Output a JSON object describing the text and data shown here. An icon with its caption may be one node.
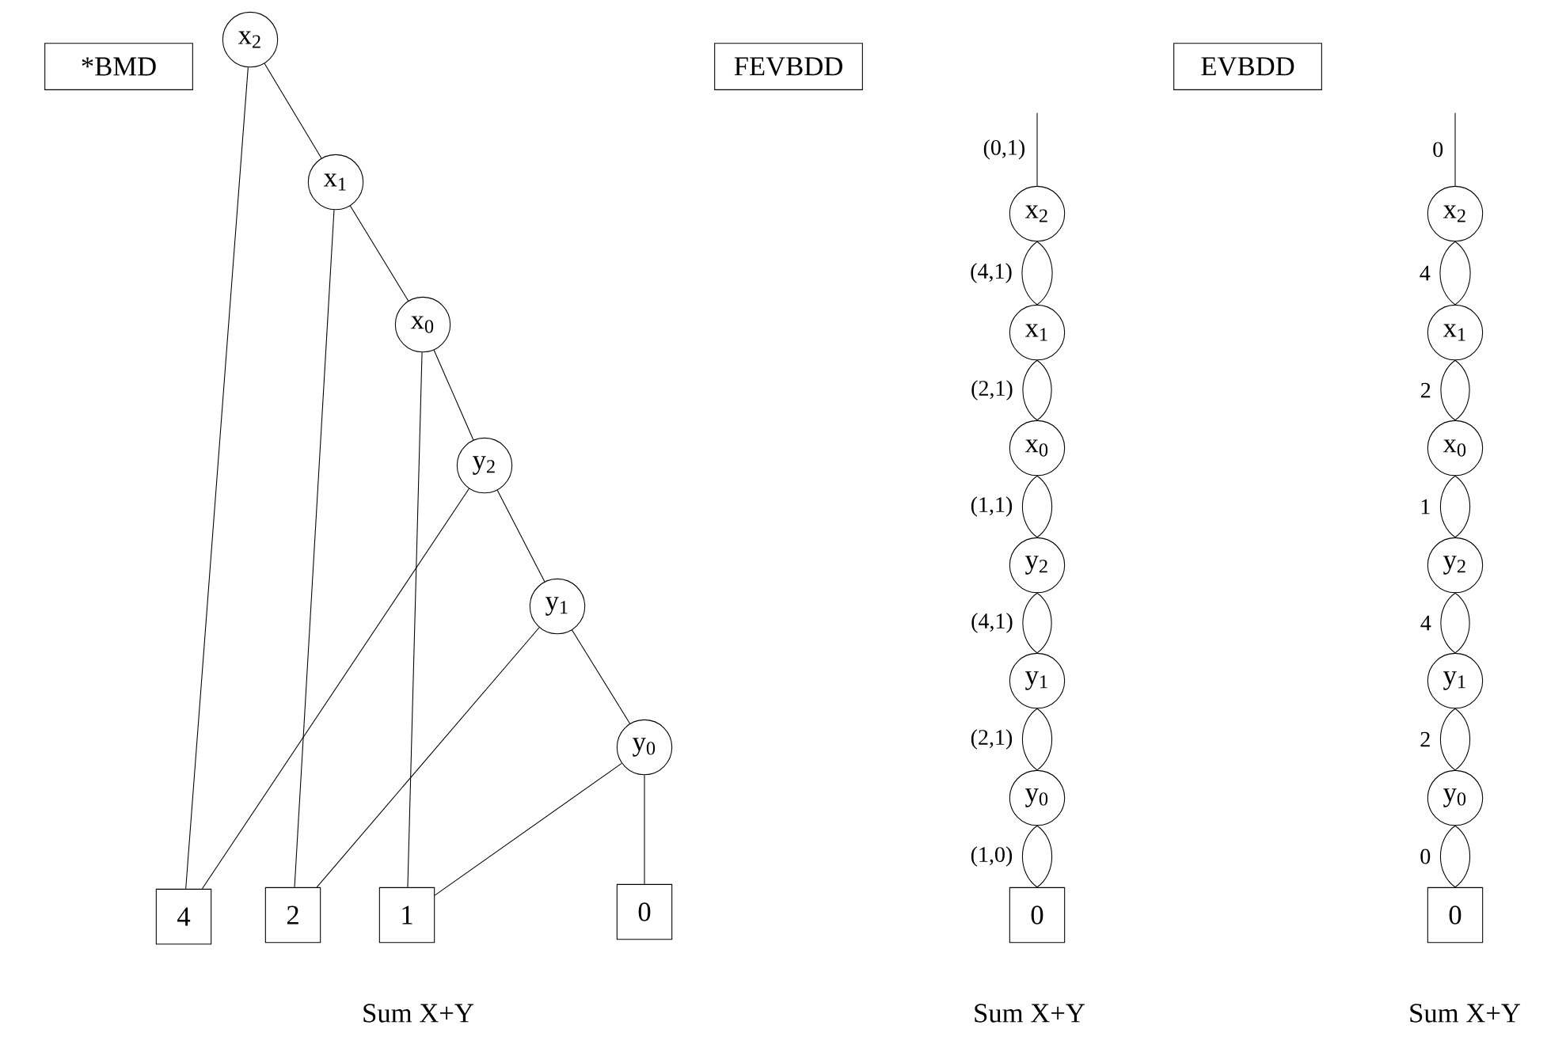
{
  "diagram": {
    "nodes": [
      {
        "text": [
          "*BMD"
        ]
      },
      {
        "text": [
          "x$_{2}$"
        ]
      },
      {
        "text": [
          "x$_{1}$"
        ]
      },
      {
        "text": [
          "x$_{0}$"
        ]
      },
      {
        "text": [
          "y$_{2}$"
        ]
      },
      {
        "text": [
          "y$_{1}$"
        ]
      },
      {
        "text": [
          "y$_{0}$"
        ]
      },
      {
        "text": [
          "4"
        ]
      },
      {
        "text": [
          "2"
        ]
      },
      {
        "text": [
          "1"
        ]
      },
      {
        "text": [
          "0"
        ]
      },
      {
        "text": [
          "FEVBDD"
        ]
      },
      {
        "text": [
          "x$_{2}$"
        ]
      },
      {
        "text": [
          "x$_{1}$"
        ]
      },
      {
        "text": [
          "x$_{0}$"
        ]
      },
      {
        "text": [
          "y$_{2}$"
        ]
      },
      {
        "text": [
          "y$_{1}$"
        ]
      },
      {
        "text": [
          "y$_{0}$"
        ]
      },
      {
        "text": [
          "0"
        ]
      },
      {
        "text": [
          "EVBDD"
        ]
      },
      {
        "text": [
          "x$_{2}$"
        ]
      },
      {
        "text": [
          "x$_{1}$"
        ]
      },
      {
        "text": [
          "x$_{0}$"
        ]
      },
      {
        "text": [
          "y$_{2}$"
        ]
      },
      {
        "text": [
          "y$_{1}$"
        ]
      },
      {
        "text": [
          "y$_{0}$"
        ]
      },
      {
        "text": [
          "0"
        ]
      }
    ],
    "edges": [
      {
        "from": 1,
        "to": 2,
        "arrow": "none"
      },
      {
        "from": 1,
        "to": 7,
        "arrow": "none"
      },
      {
        "from": 2,
        "to": 3,
        "arrow": "none"
      },
      {
        "from": 2,
        "to": 8,
        "arrow": "none"
      },
      {
        "from": 3,
        "to": 4,
        "arrow": "none"
      },
      {
        "from": 3,
        "to": 9,
        "arrow": "none"
      },
      {
        "from": 4,
        "to": 5,
        "arrow": "none"
      },
      {
        "from": 4,
        "to": 7,
        "arrow": "none"
      },
      {
        "from": 5,
        "to": 6,
        "arrow": "none"
      },
      {
        "from": 5,
        "to": 8,
        "arrow": "none"
      },
      {
        "from": 6,
        "to": 9,
        "arrow": "none"
      },
      {
        "from": 6,
        "to": 10,
        "arrow": "none"
      },
      {
        "from": null,
        "to": 12,
        "arrow": "none",
        "label": "(0,1)"
      },
      {
        "from": 12,
        "to": 13,
        "arrow": "none",
        "label": "(4,1)"
      },
      {
        "from": 12,
        "to": 13,
        "arrow": "none"
      },
      {
        "from": 13,
        "to": 14,
        "arrow": "none",
        "label": "(2,1)"
      },
      {
        "from": 13,
        "to": 14,
        "arrow": "none"
      },
      {
        "from": 14,
        "to": 15,
        "arrow": "none",
        "label": "(1,1)"
      },
      {
        "from": 14,
        "to": 15,
        "arrow": "none"
      },
      {
        "from": 15,
        "to": 16,
        "arrow": "none",
        "label": "(4,1)"
      },
      {
        "from": 15,
        "to": 16,
        "arrow": "none"
      },
      {
        "from": 16,
        "to": 17,
        "arrow": "none",
        "label": "(2,1)"
      },
      {
        "from": 16,
        "to": 17,
        "arrow": "none"
      },
      {
        "from": 17,
        "to": 18,
        "arrow": "none",
        "label": "(1,0)"
      },
      {
        "from": 17,
        "to": 18,
        "arrow": "none"
      },
      {
        "from": null,
        "to": 20,
        "arrow": "none",
        "label": "0"
      },
      {
        "from": 20,
        "to": 21,
        "arrow": "none",
        "label": "4"
      },
      {
        "from": 20,
        "to": 21,
        "arrow": "none"
      },
      {
        "from": 21,
        "to": 22,
        "arrow": "none",
        "label": "2"
      },
      {
        "from": 21,
        "to": 22,
        "arrow": "none"
      },
      {
        "from": 22,
        "to": 23,
        "arrow": "none",
        "label": "1"
      },
      {
        "from": 22,
        "to": 23,
        "arrow": "none"
      },
      {
        "from": 23,
        "to": 24,
        "arrow": "none",
        "label": "4"
      },
      {
        "from": 23,
        "to": 24,
        "arrow": "none"
      },
      {
        "from": 24,
        "to": 25,
        "arrow": "none",
        "label": "2"
      },
      {
        "from": 24,
        "to": 25,
        "arrow": "none"
      },
      {
        "from": 25,
        "to": 26,
        "arrow": "none",
        "label": "0"
      },
      {
        "from": 25,
        "to": 26,
        "arrow": "none"
      }
    ],
    "labels": [
      "Sum X+Y",
      "Sum X+Y",
      "Sum X+Y"
    ]
  }
}
